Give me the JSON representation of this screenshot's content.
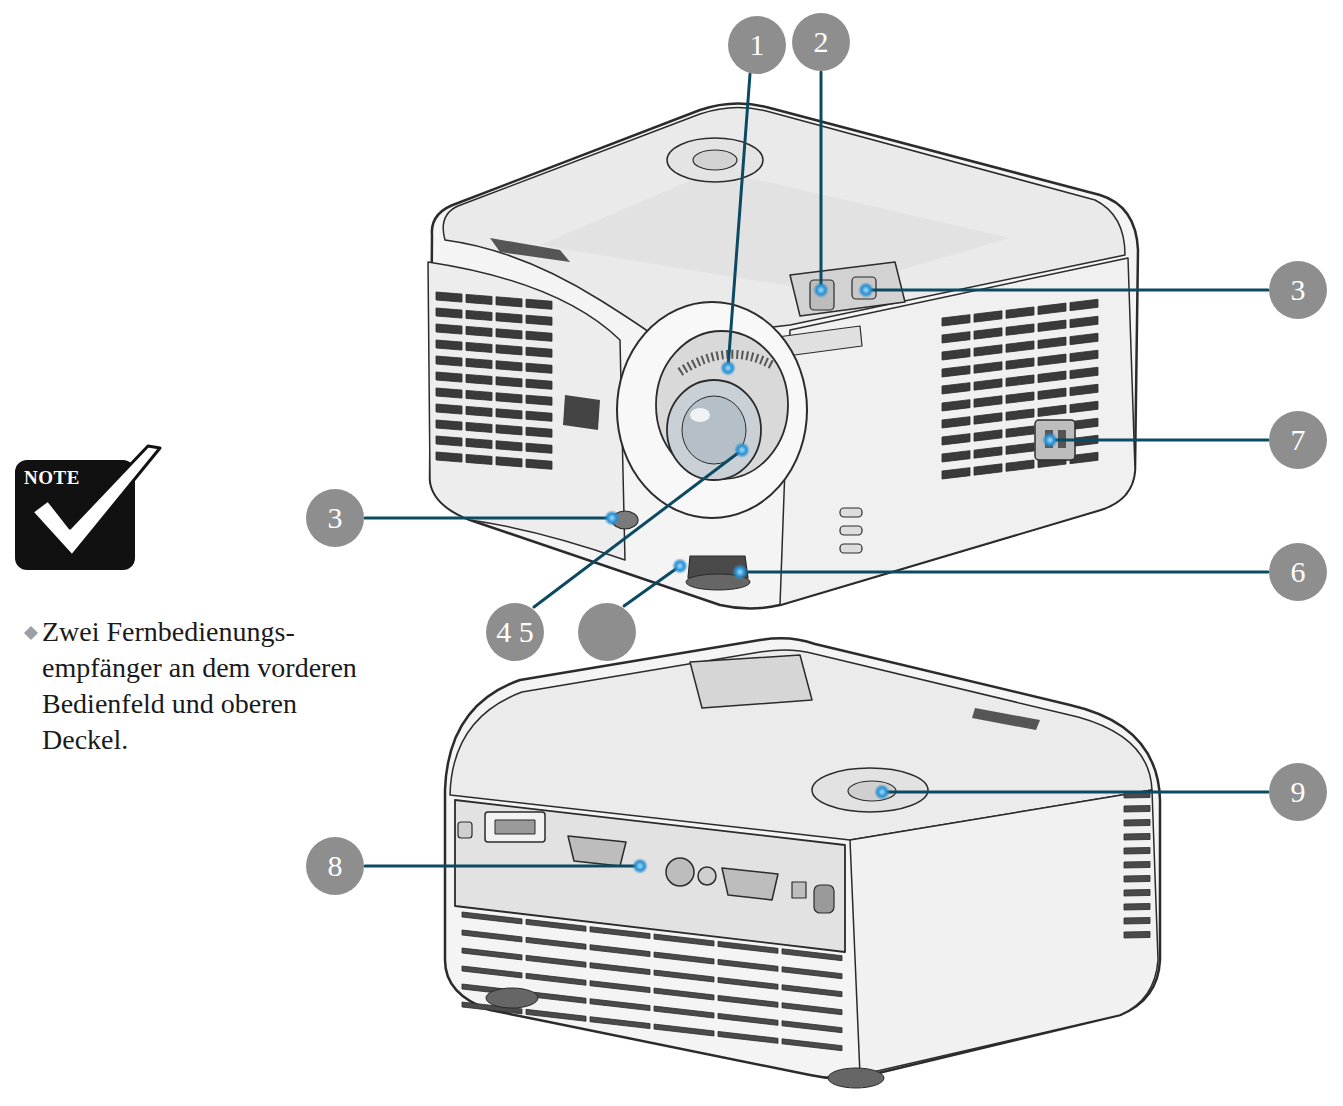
{
  "diagram": {
    "nodes": [
      {
        "text": [
          "1"
        ]
      },
      {
        "text": [
          "2"
        ]
      },
      {
        "text": [
          "3"
        ]
      },
      {
        "text": [
          "7"
        ]
      },
      {
        "text": [
          "3"
        ]
      },
      {
        "text": [
          "6"
        ]
      },
      {
        "text": [
          "4 5"
        ]
      },
      {
        "text": [
          "9"
        ]
      },
      {
        "text": [
          "8"
        ]
      }
    ],
    "labels": [
      "NOTE",
      "Zwei Fernbedienungs- empfänger an dem vorderen Bedienfeld und oberen Deckel."
    ]
  }
}
